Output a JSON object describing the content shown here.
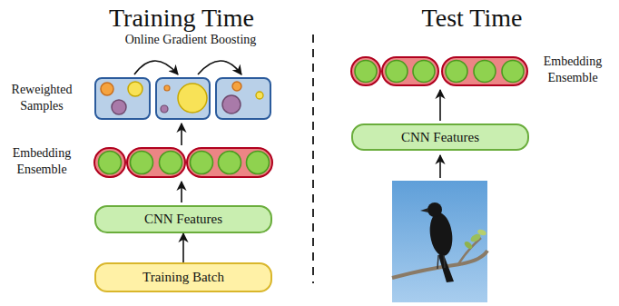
{
  "diagram": {
    "nodes": [
      {
        "text": [
          "CNN Features"
        ]
      },
      {
        "text": [
          "Training Batch"
        ]
      },
      {
        "text": [
          "CNN Features"
        ]
      }
    ],
    "edges": [
      {
        "from": 1,
        "to": 0,
        "arrow": "to"
      }
    ],
    "labels": [
      "Training Time",
      "Online Gradient Boosting",
      "Reweighted Samples",
      "Embedding Ensemble",
      "Test Time",
      "Embedding Ensemble"
    ]
  }
}
